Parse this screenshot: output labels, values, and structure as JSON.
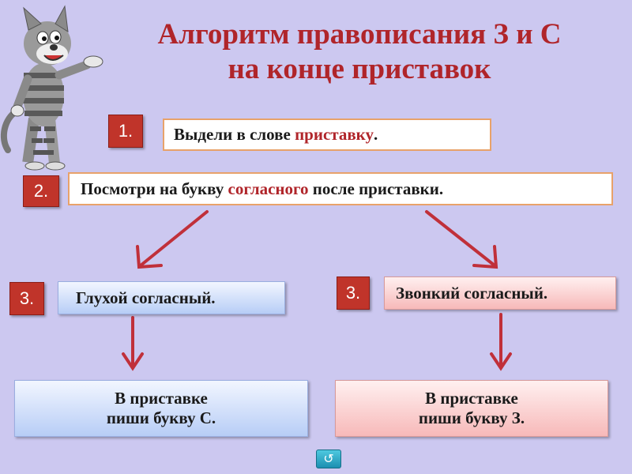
{
  "title_line1": "Алгоритм правописания З и С",
  "title_line2": "на конце приставок",
  "step1": {
    "num": "1.",
    "pre": "Выдели в слове ",
    "hl": "приставку",
    "post": "."
  },
  "step2": {
    "num": "2.",
    "pre": "Посмотри на букву ",
    "hl": "согласного",
    "post": " после приставки."
  },
  "left": {
    "num": "3.",
    "label": "Глухой согласный.",
    "result1": "В приставке",
    "result2": "пиши букву С."
  },
  "right": {
    "num": "3.",
    "label": "Звонкий согласный.",
    "result1": "В приставке",
    "result2": "пиши букву З."
  },
  "return_icon": "return-arrow-icon",
  "colors": {
    "background": "#ccc8f0",
    "title": "#b0252a",
    "number_badge": "#c0342a",
    "arrow": "#c0303a"
  }
}
